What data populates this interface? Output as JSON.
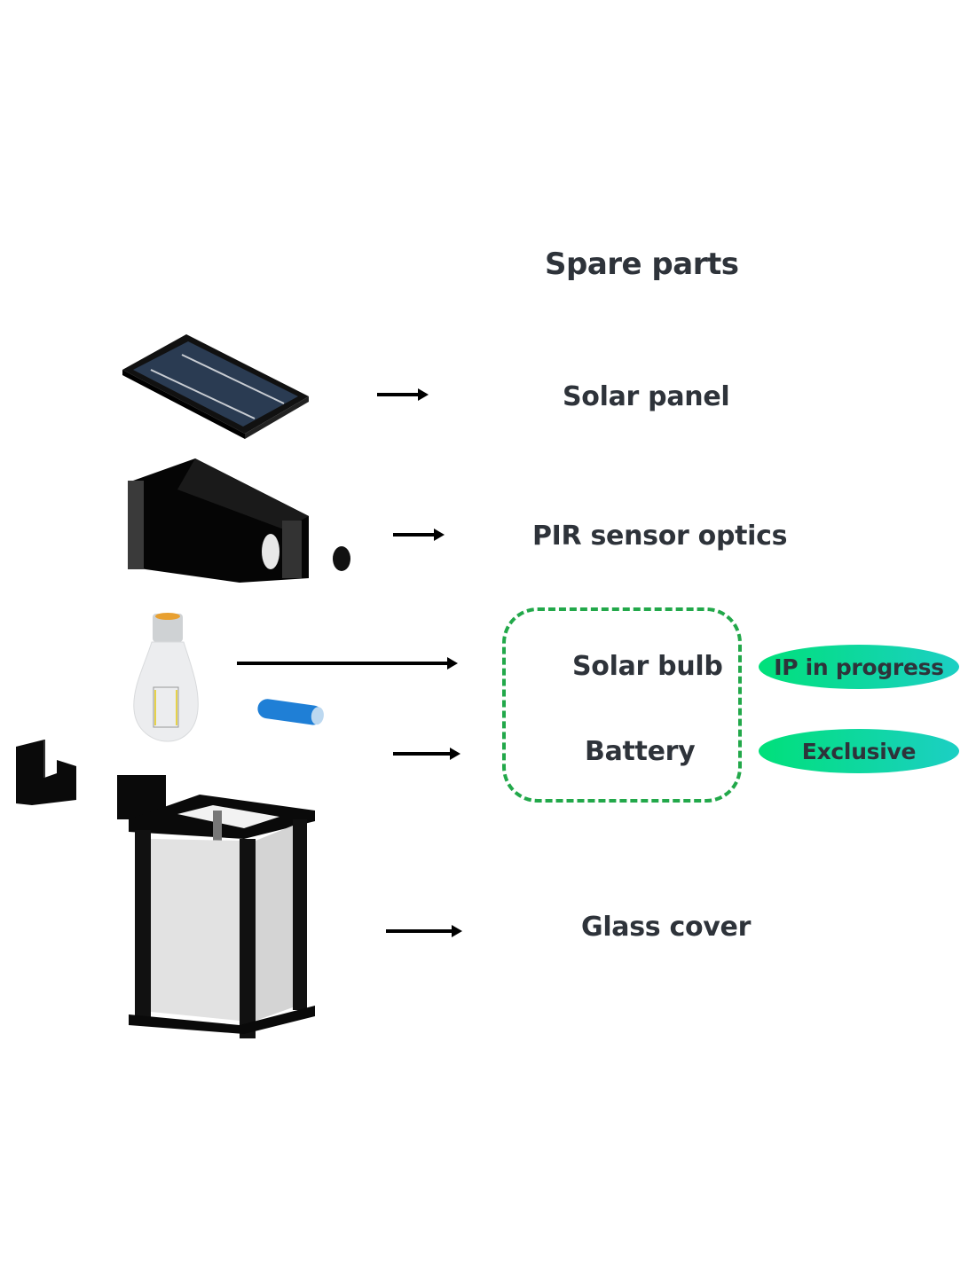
{
  "title": "Spare parts",
  "parts": [
    {
      "id": "solar-panel",
      "label": "Solar panel"
    },
    {
      "id": "pir-sensor-optics",
      "label": "PIR sensor optics"
    },
    {
      "id": "solar-bulb",
      "label": "Solar bulb",
      "badge": "IP in progress"
    },
    {
      "id": "battery",
      "label": "Battery",
      "badge": "Exclusive"
    },
    {
      "id": "glass-cover",
      "label": "Glass cover"
    }
  ],
  "colors": {
    "text": "#2e333a",
    "group_border": "#22a84a",
    "badge_gradient_start": "#00e07a",
    "badge_gradient_end": "#1ccfc4",
    "battery": "#1f7fd6"
  }
}
